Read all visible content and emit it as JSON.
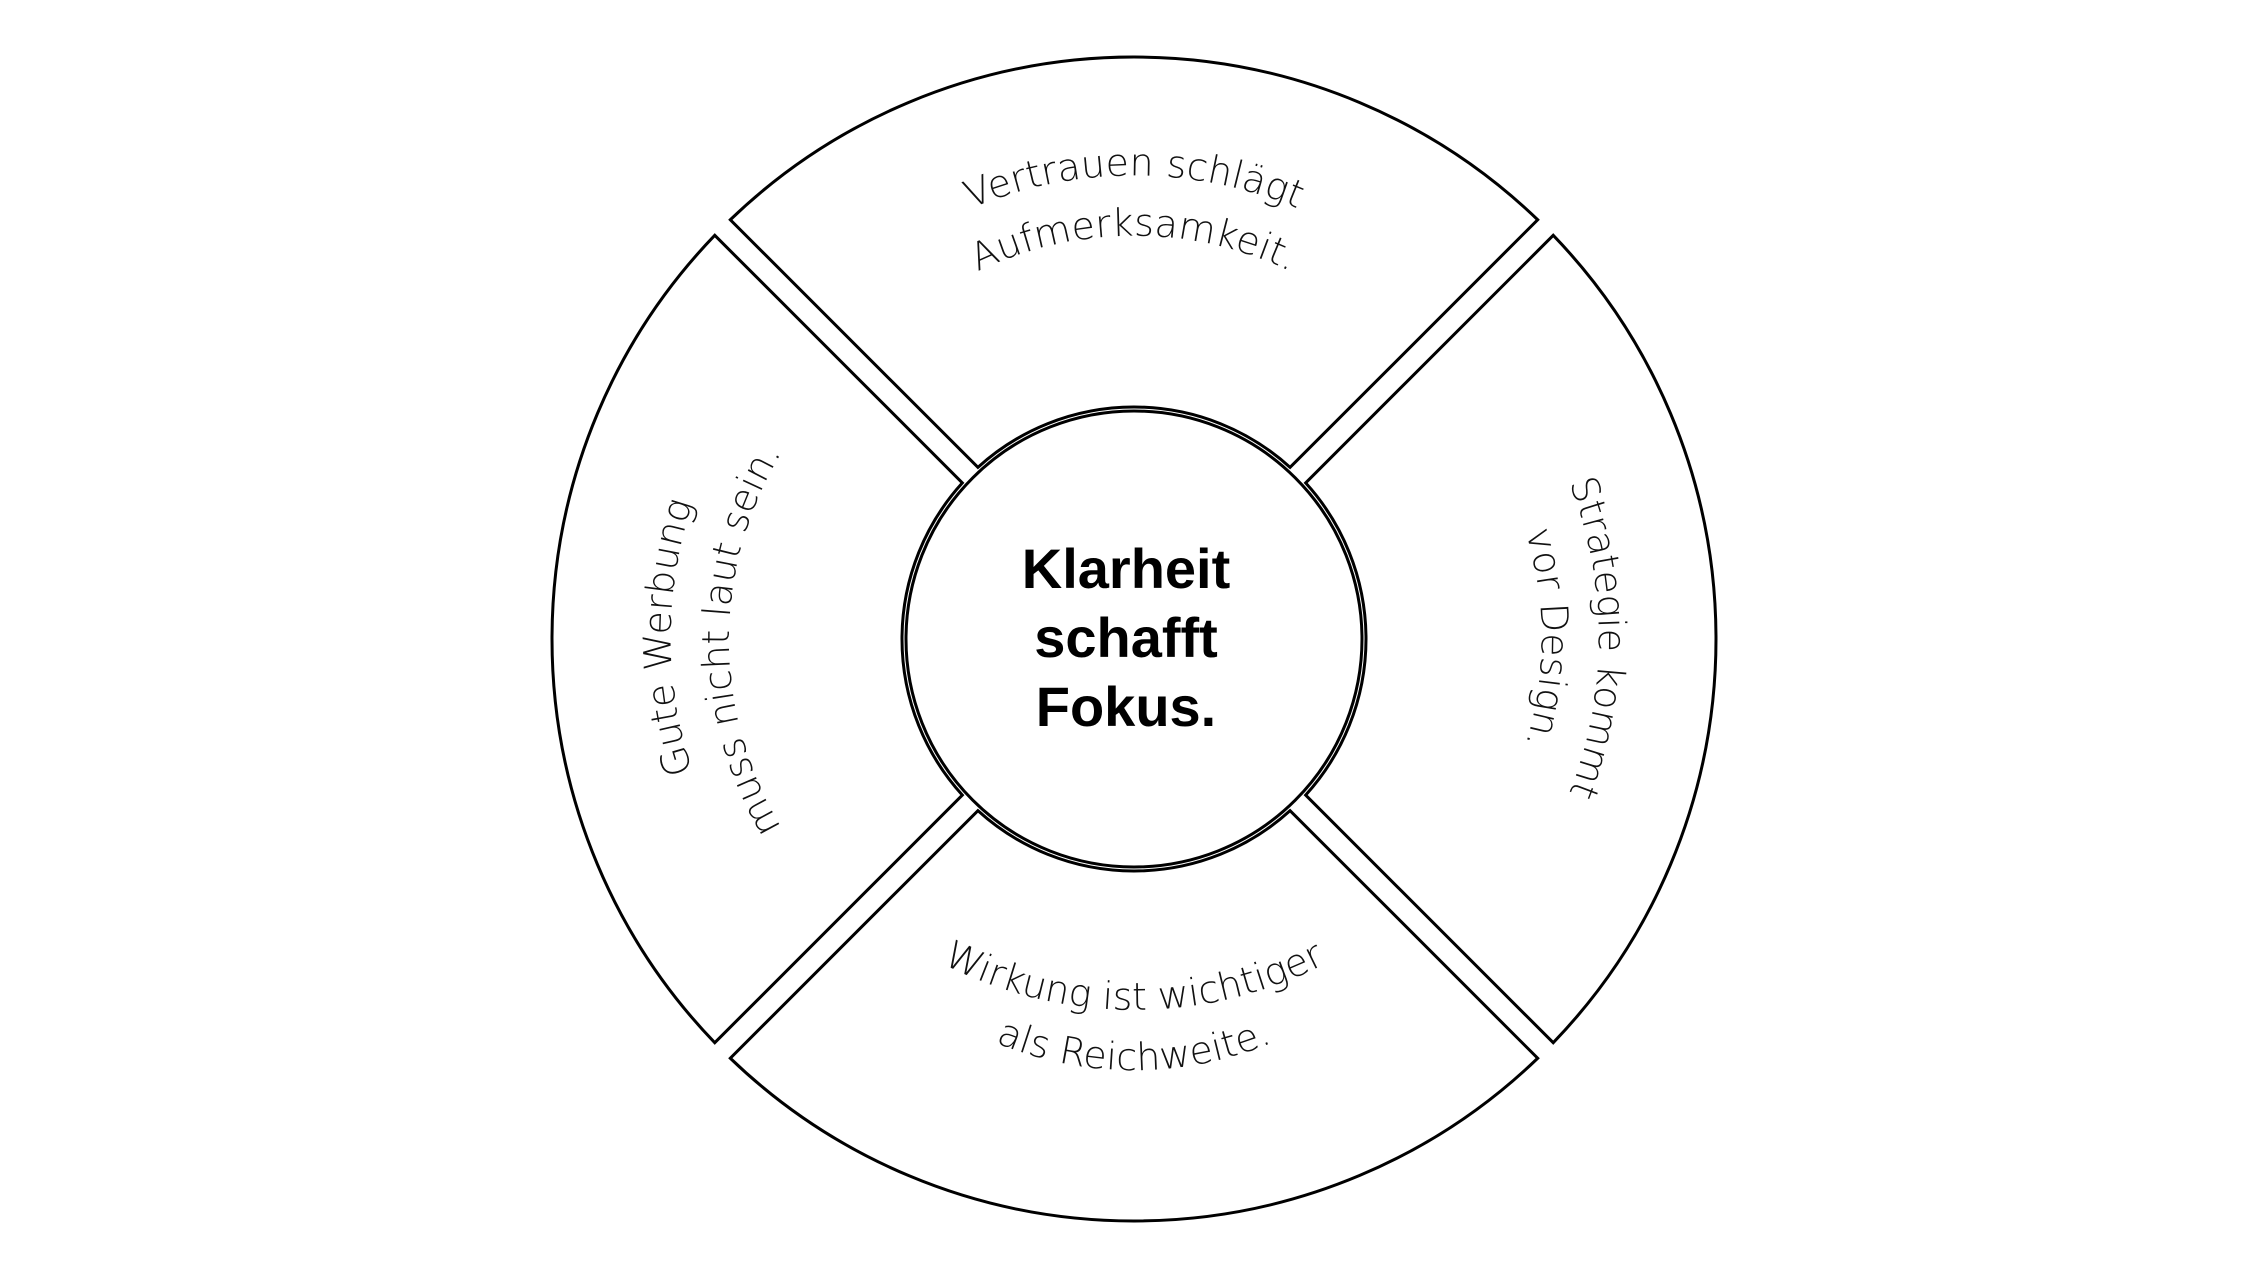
{
  "center": {
    "lines": [
      "Klarheit",
      "schafft",
      "Fokus."
    ]
  },
  "segments": {
    "top": {
      "lines": [
        "Vertrauen schlägt",
        "Aufmerksamkeit."
      ]
    },
    "right": {
      "lines": [
        "Strategie kommt",
        "vor Design."
      ]
    },
    "bottom": {
      "lines": [
        "Wirkung ist wichtiger",
        "als Reichweite."
      ]
    },
    "left": {
      "lines": [
        "Gute Werbung",
        "muss nicht laut sein."
      ]
    }
  },
  "colors": {
    "stroke": "#000000",
    "fill": "#ffffff",
    "text": "#111111"
  }
}
